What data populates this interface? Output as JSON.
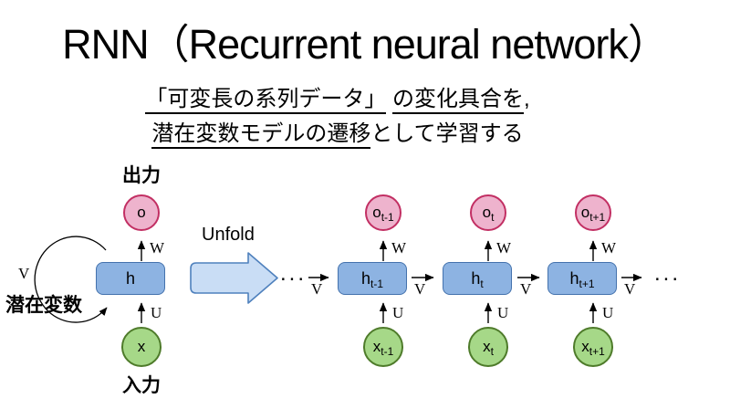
{
  "title": "RNN（Recurrent neural network）",
  "subtitle": {
    "line1": {
      "seg1": "「可変長の系列データ」",
      "seg2": "の変化具合を",
      "tail": ","
    },
    "line2": {
      "underlined": "潜在変数モデルの遷移",
      "rest": "として学習する"
    }
  },
  "folded": {
    "output_label": "出力",
    "input_label": "入力",
    "latent_label": "潜在変数",
    "o": {
      "base": "o",
      "sub": ""
    },
    "h": {
      "base": "h",
      "sub": ""
    },
    "x": {
      "base": "x",
      "sub": ""
    },
    "w_label": "W",
    "u_label": "U",
    "v_label": "V"
  },
  "unfold": {
    "label": "Unfold"
  },
  "unfolded": {
    "left_dots": "...",
    "right_dots": "...",
    "trailing_v_label": "V",
    "columns": [
      {
        "o": {
          "base": "o",
          "sub": "t-1"
        },
        "h": {
          "base": "h",
          "sub": "t-1"
        },
        "x": {
          "base": "x",
          "sub": "t-1"
        },
        "w_label": "W",
        "u_label": "U",
        "v_label": "V"
      },
      {
        "o": {
          "base": "o",
          "sub": "t"
        },
        "h": {
          "base": "h",
          "sub": "t"
        },
        "x": {
          "base": "x",
          "sub": "t"
        },
        "w_label": "W",
        "u_label": "U",
        "v_label": "V"
      },
      {
        "o": {
          "base": "o",
          "sub": "t+1"
        },
        "h": {
          "base": "h",
          "sub": "t+1"
        },
        "x": {
          "base": "x",
          "sub": "t+1"
        },
        "w_label": "W",
        "u_label": "U",
        "v_label": "V"
      }
    ]
  },
  "colors": {
    "output_fill": "#eeb3cd",
    "output_border": "#c22f63",
    "hidden_fill": "#8db3e2",
    "hidden_border": "#4472ad",
    "input_fill": "#a6d888",
    "input_border": "#4e7b2a",
    "unfold_arrow_fill": "#c9ddf5",
    "unfold_arrow_border": "#4f81bd",
    "text": "#000000"
  }
}
